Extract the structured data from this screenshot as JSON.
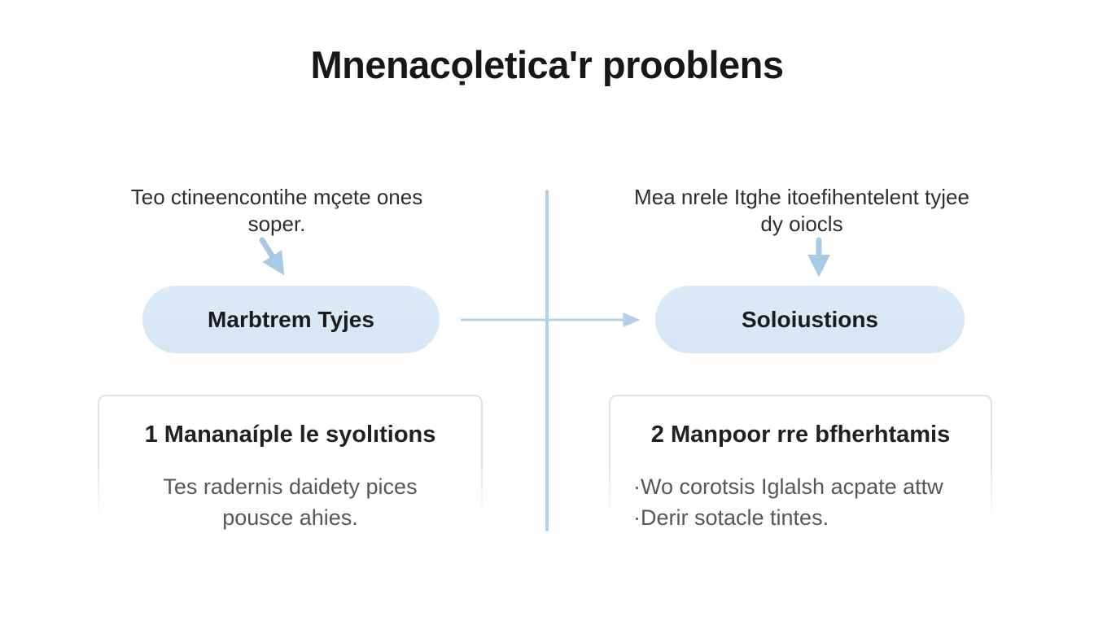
{
  "colors": {
    "bg": "#ffffff",
    "pill-fill": "#d7e7f5",
    "arrow-blue": "#a9c9e5",
    "divider-blue": "#b4d0e8",
    "card-border": "#e3e3e3",
    "title-color": "#171717",
    "intro-color": "#2d2d2d",
    "heading-color": "#212121",
    "body-color": "#575757"
  },
  "title": "Mnenacọletica'r prooblens",
  "left": {
    "intro": {
      "line1": "Teo ctineencontihe mçete ones",
      "line2": "soper."
    },
    "pill": "Marbtrem Tyjes",
    "card": {
      "heading": "1 Mananaíple le syolıtions",
      "body_line1": "Tes radernis daidety pices",
      "body_line2": "pousce ahies."
    }
  },
  "right": {
    "intro": {
      "line1": "Mea nrele Itghe itoefihentelent tyjee",
      "line2": "dy oiocls"
    },
    "pill": "Soloiustions",
    "card": {
      "heading": "2 Manpoor rre bfherhtamis",
      "bullet1": "·Wo corotsis Iglalsh acpate attw",
      "bullet2": "·Derir sotacle tintes."
    }
  }
}
